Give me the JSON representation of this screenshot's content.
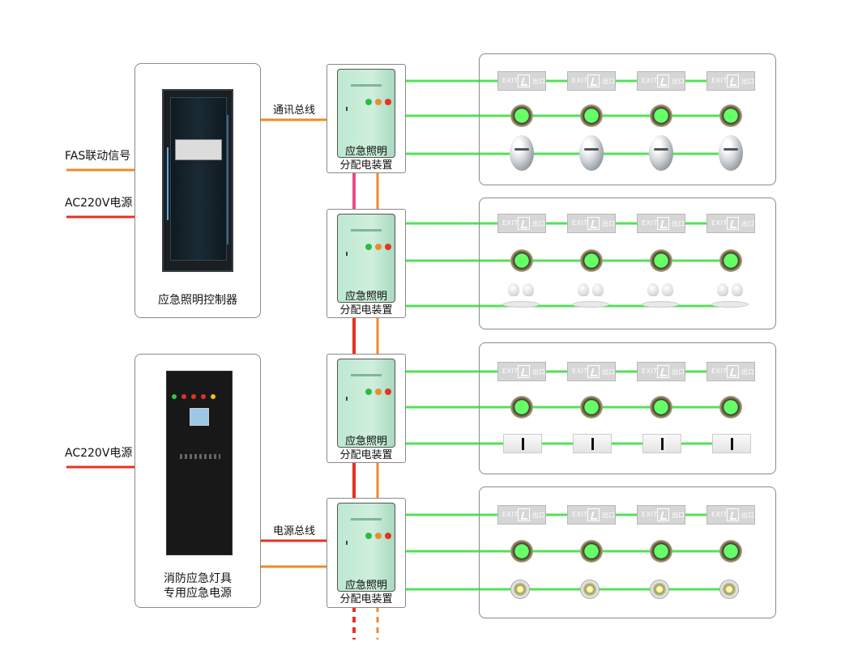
{
  "colors": {
    "green_link": "#55e05a",
    "orange_bus": "#f08a2a",
    "red_power": "#e53222",
    "pink_link": "#e84c8a",
    "box_border": "#8a8a8a"
  },
  "inputs": {
    "fas_signal": "FAS联动信号",
    "ac_power_top": "AC220V电源",
    "ac_power_bottom": "AC220V电源"
  },
  "controller": {
    "label": "应急照明控制器"
  },
  "power_supply": {
    "label_line1": "消防应急灯具",
    "label_line2": "专用应急电源"
  },
  "buses": {
    "comm_bus": "通讯总线",
    "power_bus": "电源总线"
  },
  "distribution_units": [
    {
      "label_line1": "应急照明",
      "label_line2": "分配电装置"
    },
    {
      "label_line1": "应急照明",
      "label_line2": "分配电装置"
    },
    {
      "label_line1": "应急照明",
      "label_line2": "分配电装置"
    },
    {
      "label_line1": "应急照明",
      "label_line2": "分配电装置"
    }
  ],
  "exit_sign": {
    "text_left": "EXIT",
    "text_right": "出口"
  },
  "fixture_groups": [
    {
      "row1": "exit-sign",
      "row2": "round-indicator",
      "row3": "oval-lamp"
    },
    {
      "row1": "exit-sign",
      "row2": "round-indicator",
      "row3": "twin-head-lamp"
    },
    {
      "row1": "exit-sign",
      "row2": "round-indicator",
      "row3": "panel-light"
    },
    {
      "row1": "exit-sign",
      "row2": "round-indicator",
      "row3": "spot-light"
    }
  ]
}
